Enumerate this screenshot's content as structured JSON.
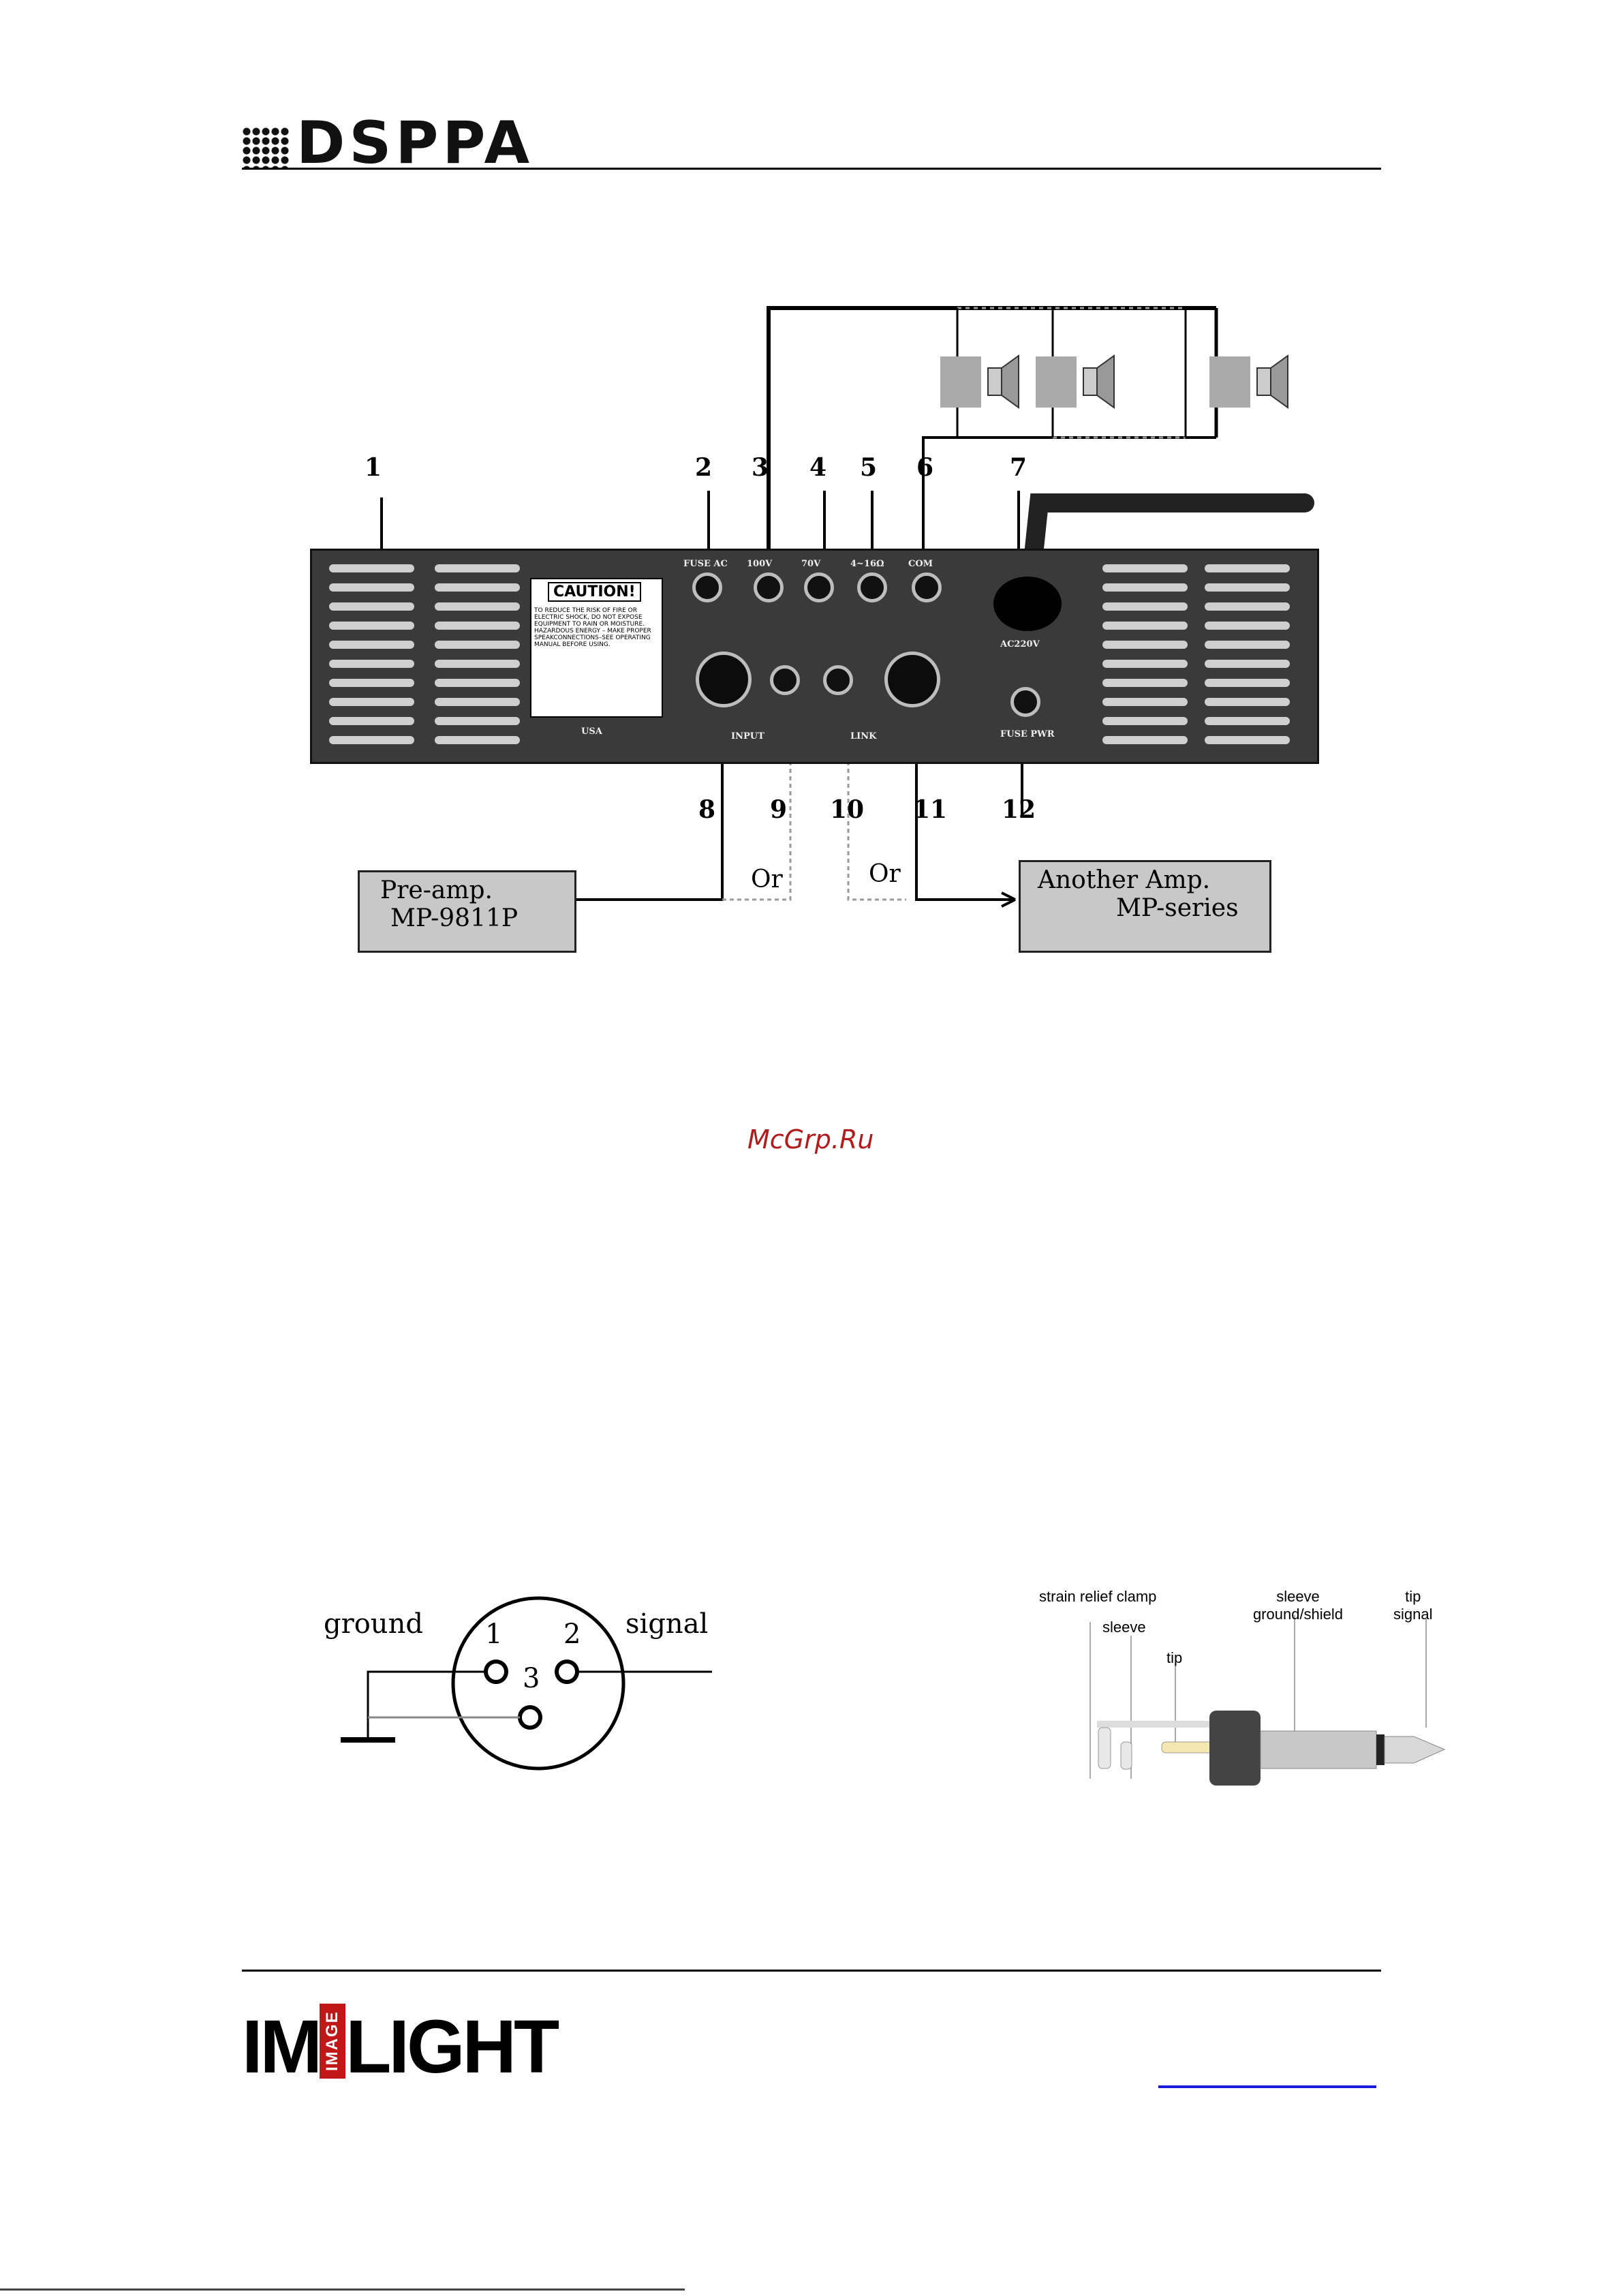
{
  "header": {
    "logo_text": "DSPPA"
  },
  "panel": {
    "caution_title": "CAUTION!",
    "caution_text": "TO REDUCE THE RISK OF FIRE OR ELECTRIC SHOCK, DO NOT EXPOSE EQUIPMENT TO RAIN OR MOISTURE. HAZARDOUS ENERGY – MAKE PROPER SPEAKCONNECTIONS–SEE OPERATING MANUAL BEFORE USING.",
    "usa_label": "USA",
    "fuse_ac_label": "FUSE AC",
    "v100_label": "100V",
    "v70_label": "70V",
    "ohm_label": "4~16Ω",
    "com_label": "COM",
    "ac220_label": "AC220V",
    "input_label": "INPUT",
    "link_label": "LINK",
    "fuse_pwr_label": "FUSE PWR"
  },
  "numbers": [
    "1",
    "2",
    "3",
    "4",
    "5",
    "6",
    "7",
    "8",
    "9",
    "10",
    "11",
    "12"
  ],
  "boxes": {
    "preamp_line1": "Pre-amp.",
    "preamp_line2": "MP-9811P",
    "another_line1": "Another Amp.",
    "another_line2": "MP-series",
    "or_left": "Or",
    "or_right": "Or"
  },
  "watermark": "McGrp.Ru",
  "xlr": {
    "ground": "ground",
    "signal": "signal",
    "pin1": "1",
    "pin2": "2",
    "pin3": "3"
  },
  "jack": {
    "strain_relief": "strain relief clamp",
    "sleeve": "sleeve",
    "tip": "tip",
    "sleeve_ground_1": "sleeve",
    "sleeve_ground_2": "ground/shield",
    "tip_signal_1": "tip",
    "tip_signal_2": "signal"
  },
  "footer": {
    "logo_left": "IM",
    "logo_mid": "IMAGE",
    "logo_right": "LIGHT"
  }
}
